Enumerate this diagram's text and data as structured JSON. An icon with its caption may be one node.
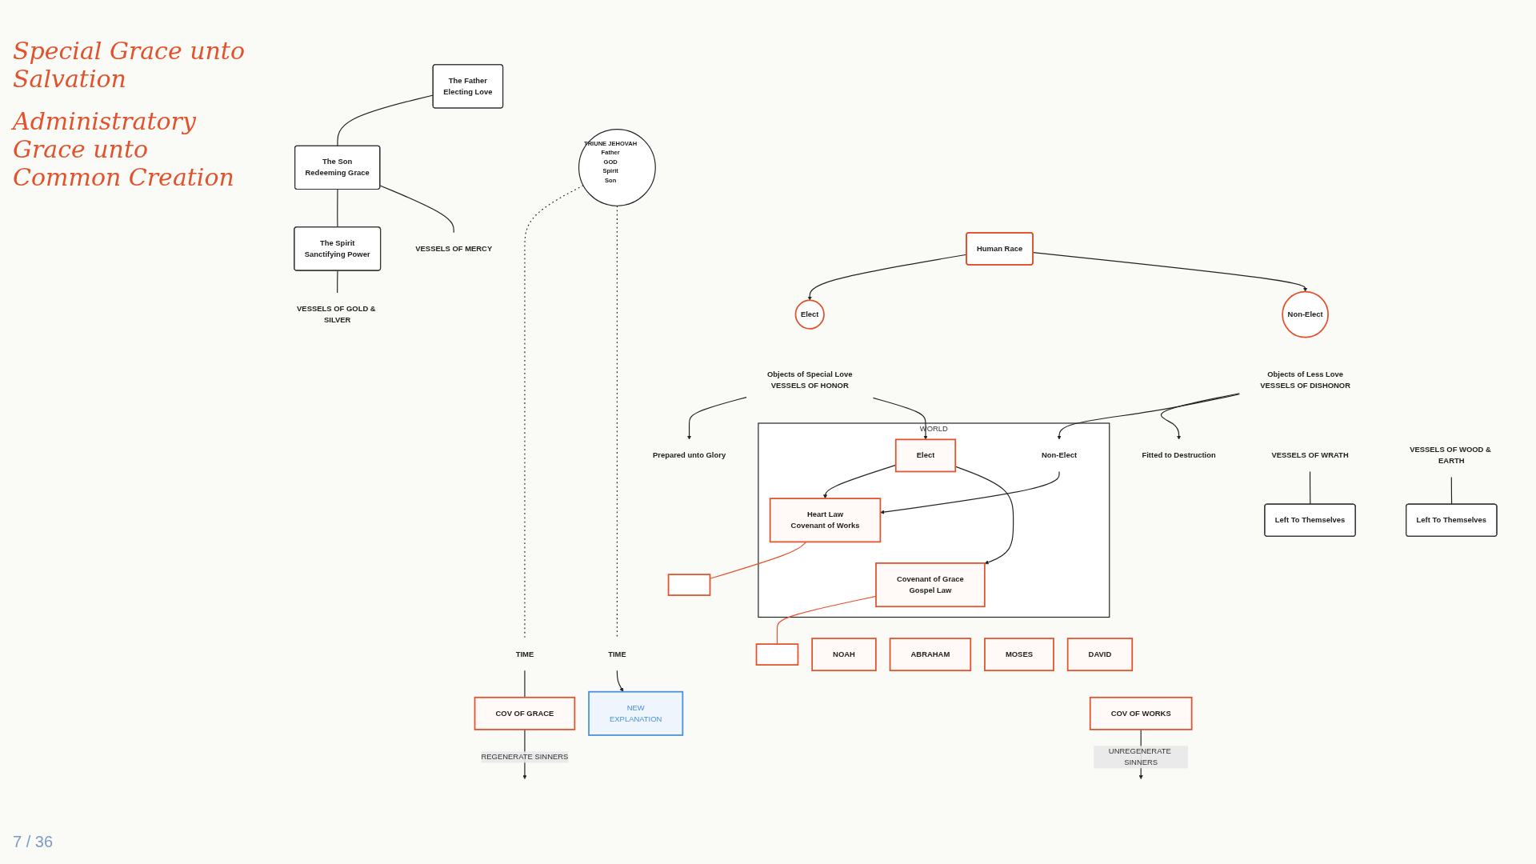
{
  "diagram": {
    "nodes": [
      {
        "text": [
          "The Father",
          "Electing Love"
        ]
      },
      {
        "text": [
          "Elect"
        ]
      },
      {
        "text": [
          "Objects of Special Love",
          "VESSELS OF HONOR"
        ]
      },
      {
        "text": [
          "Non-Elect"
        ]
      },
      {
        "text": [
          "Objects of Less Love",
          "VESSELS OF DISHONOR"
        ]
      },
      {
        "text": [
          "TRIUNE JEHOVAH",
          "Father",
          "GOD",
          "Spirit",
          "Son"
        ]
      },
      {
        "text": [
          "Human Race"
        ]
      },
      {
        "text": [
          "The Son",
          "Redeeming Grace"
        ]
      },
      {
        "text": [
          "The Spirit",
          "Sanctifying Power"
        ]
      },
      {
        "text": [
          "VESSELS OF MERCY"
        ]
      },
      {
        "text": [
          "VESSELS OF GOLD & SILVER"
        ]
      },
      {
        "text": [
          "Prepared unto Glory"
        ]
      },
      {
        "text": [
          "WORLD"
        ]
      },
      {
        "text": [
          "Heart Law",
          "Covenant of Works"
        ],
        "in": 12
      },
      {
        "text": [
          "Elect"
        ],
        "in": 12
      },
      {
        "text": [
          "Non-Elect"
        ],
        "in": 12
      },
      {
        "text": [
          "Covenant of Grace",
          "Gospel Law"
        ],
        "in": 12
      },
      {
        "text": [
          "TIME"
        ]
      },
      {
        "text": [
          "TIME"
        ]
      },
      {
        "text": [
          "VESSELS OF WRATH"
        ]
      },
      {
        "text": [
          "Left To Themselves"
        ]
      },
      {
        "text": [
          "VESSELS OF WOOD & EARTH"
        ]
      },
      {
        "text": [
          "Left To Themselves"
        ]
      },
      {
        "text": [
          "Fitted to Destruction"
        ]
      },
      {
        "text": [
          "NOAH"
        ]
      },
      {
        "text": [
          "ABRAHAM"
        ]
      },
      {
        "text": [
          "MOSES"
        ]
      },
      {
        "text": [
          "DAVID"
        ]
      },
      {
        "text": [
          "NEW",
          "EXPLANATION"
        ]
      },
      {
        "text": [
          "COV OF GRACE"
        ]
      },
      {
        "text": [
          "COV OF WORKS"
        ]
      },
      {
        "text": [],
        "shape": "box"
      },
      {
        "text": [],
        "shape": "box"
      }
    ],
    "edges": [
      {
        "from": 0,
        "to": 7,
        "arrow": "none"
      },
      {
        "from": 7,
        "to": 8,
        "arrow": "none"
      },
      {
        "from": 7,
        "to": 9,
        "arrow": "none"
      },
      {
        "from": 8,
        "to": 10,
        "arrow": "none"
      },
      {
        "from": 6,
        "to": 1,
        "arrow": "to"
      },
      {
        "from": 6,
        "to": 3,
        "arrow": "to"
      },
      {
        "from": 2,
        "to": 11,
        "arrow": "to"
      },
      {
        "from": 4,
        "to": 23,
        "arrow": "to"
      },
      {
        "from": 2,
        "to": 14,
        "arrow": "to"
      },
      {
        "from": 4,
        "to": 15,
        "arrow": "to"
      },
      {
        "from": 14,
        "to": 13,
        "arrow": "to"
      },
      {
        "from": 15,
        "to": 13,
        "arrow": "to"
      },
      {
        "from": 14,
        "to": 16,
        "arrow": "to"
      },
      {
        "from": 19,
        "to": 20,
        "arrow": "none"
      },
      {
        "from": 21,
        "to": 22,
        "arrow": "none"
      },
      {
        "from": 5,
        "to": 17,
        "arrow": "none",
        "style": "dashed"
      },
      {
        "from": 5,
        "to": 18,
        "arrow": "none",
        "style": "dashed"
      },
      {
        "from": 17,
        "to": 29,
        "arrow": "none"
      },
      {
        "from": 18,
        "to": 28,
        "arrow": "to"
      },
      {
        "from": 13,
        "to": 31,
        "arrow": "none",
        "color": "#e2532d"
      },
      {
        "from": 16,
        "to": 32,
        "arrow": "none",
        "color": "#e2532d"
      },
      {
        "from": 29,
        "to": null,
        "arrow": "to",
        "label": "REGENERATE SINNERS"
      },
      {
        "from": 30,
        "to": null,
        "arrow": "to",
        "label": "UNREGENERATE SINNERS"
      }
    ],
    "labels": [
      "Special Grace unto Salvation",
      "Administratory Grace unto Common Creation",
      "7 / 36"
    ]
  }
}
